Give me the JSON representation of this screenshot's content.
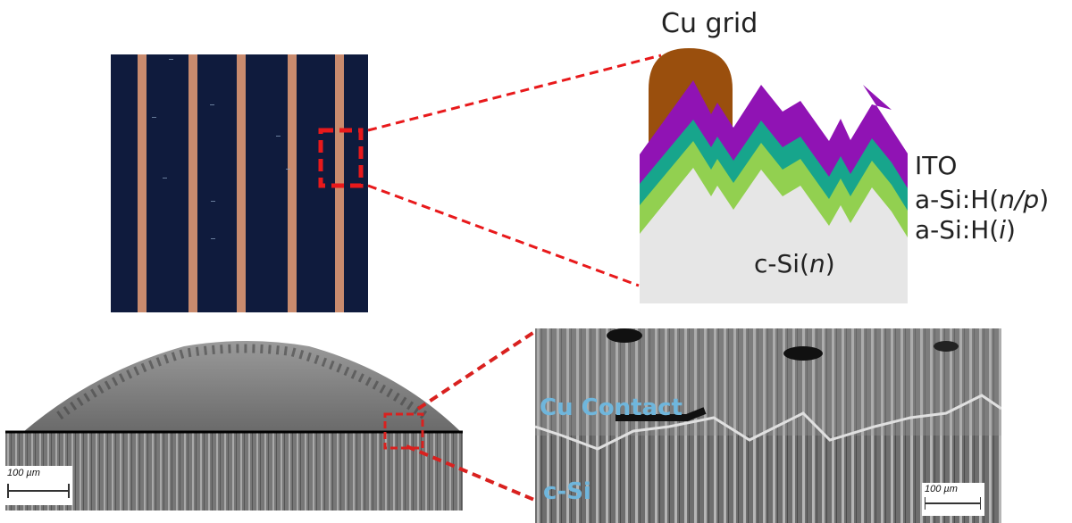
{
  "top_left_photo": {
    "description": "Top view of solar cell with copper grid fingers",
    "finger_count": 5,
    "colors": {
      "background": "#0f1b3d",
      "finger": "#c98b6e",
      "highlight_box": "#e8191b"
    }
  },
  "schematic": {
    "labels": {
      "cu_grid": "Cu grid",
      "ito": "ITO",
      "asi_np_prefix": "a-Si:H(",
      "asi_np_italic": "n/p",
      "asi_np_suffix": ")",
      "asi_i_prefix": "a-Si:H(",
      "asi_i_italic": "i",
      "asi_i_suffix": ")",
      "csi_prefix": "c-Si(",
      "csi_italic": "n",
      "csi_suffix": ")"
    },
    "colors": {
      "cu": "#9a4f0d",
      "ito": "#9013b4",
      "asi_np": "#17a58c",
      "asi_i": "#92d050",
      "csi": "#e6e6e6"
    }
  },
  "sem_left": {
    "scale_bar": "100 µm"
  },
  "sem_right": {
    "labels": {
      "cu_contact": "Cu Contact",
      "csi": "c-Si"
    },
    "scale_bar": "100 µm",
    "label_color": "#6fb6dc"
  },
  "connectors": {
    "color": "#d9211f",
    "style": "dashed"
  }
}
